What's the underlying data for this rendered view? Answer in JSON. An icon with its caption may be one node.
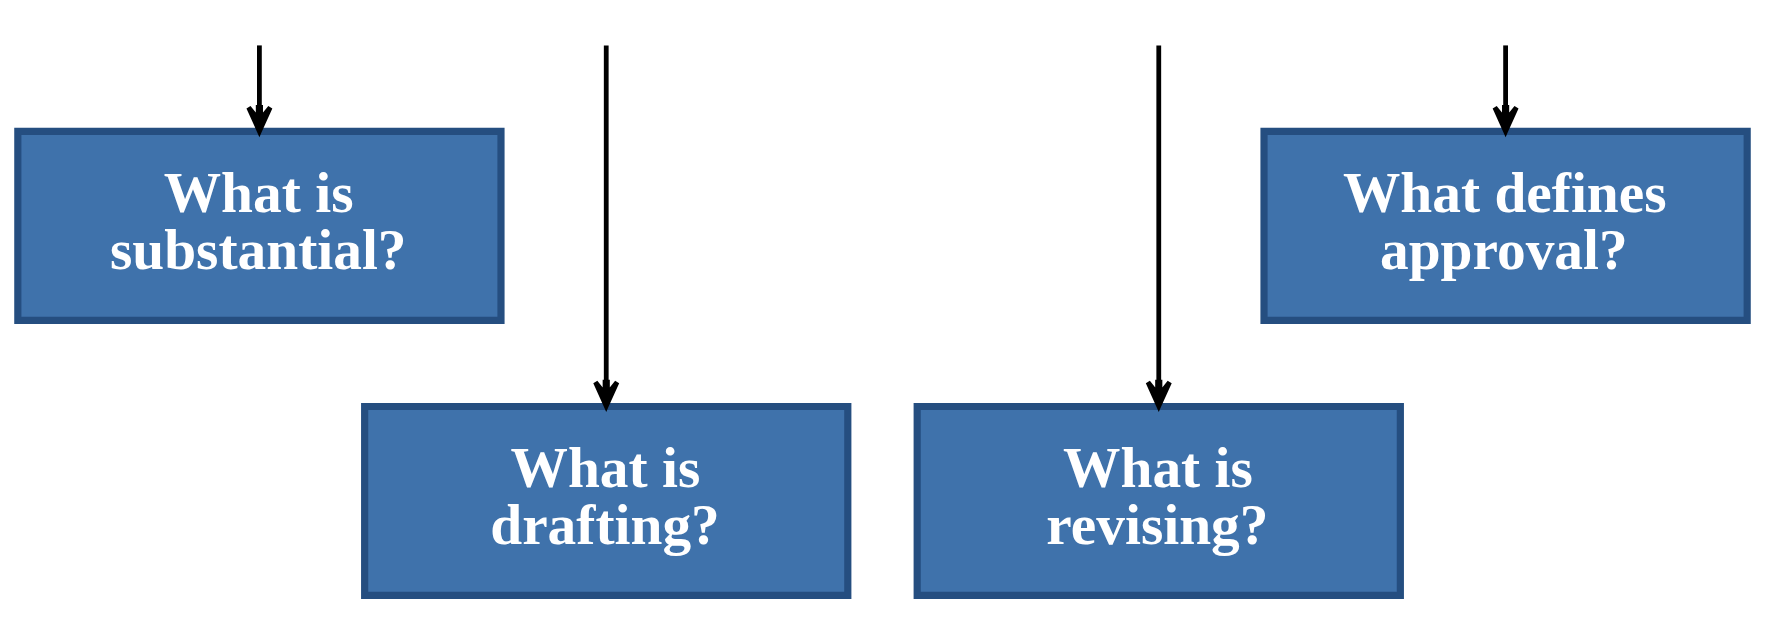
{
  "diagram": {
    "nodes": [
      {
        "text": [
          "What is substantial?"
        ]
      },
      {
        "text": [
          "What is drafting?"
        ]
      },
      {
        "text": [
          "What is revising?"
        ]
      },
      {
        "text": [
          "What defines approval?"
        ]
      }
    ],
    "edges": [
      {
        "from": null,
        "to": 0,
        "arrow": "to"
      },
      {
        "from": null,
        "to": 1,
        "arrow": "to"
      },
      {
        "from": null,
        "to": 2,
        "arrow": "to"
      },
      {
        "from": null,
        "to": 3,
        "arrow": "to"
      }
    ]
  }
}
